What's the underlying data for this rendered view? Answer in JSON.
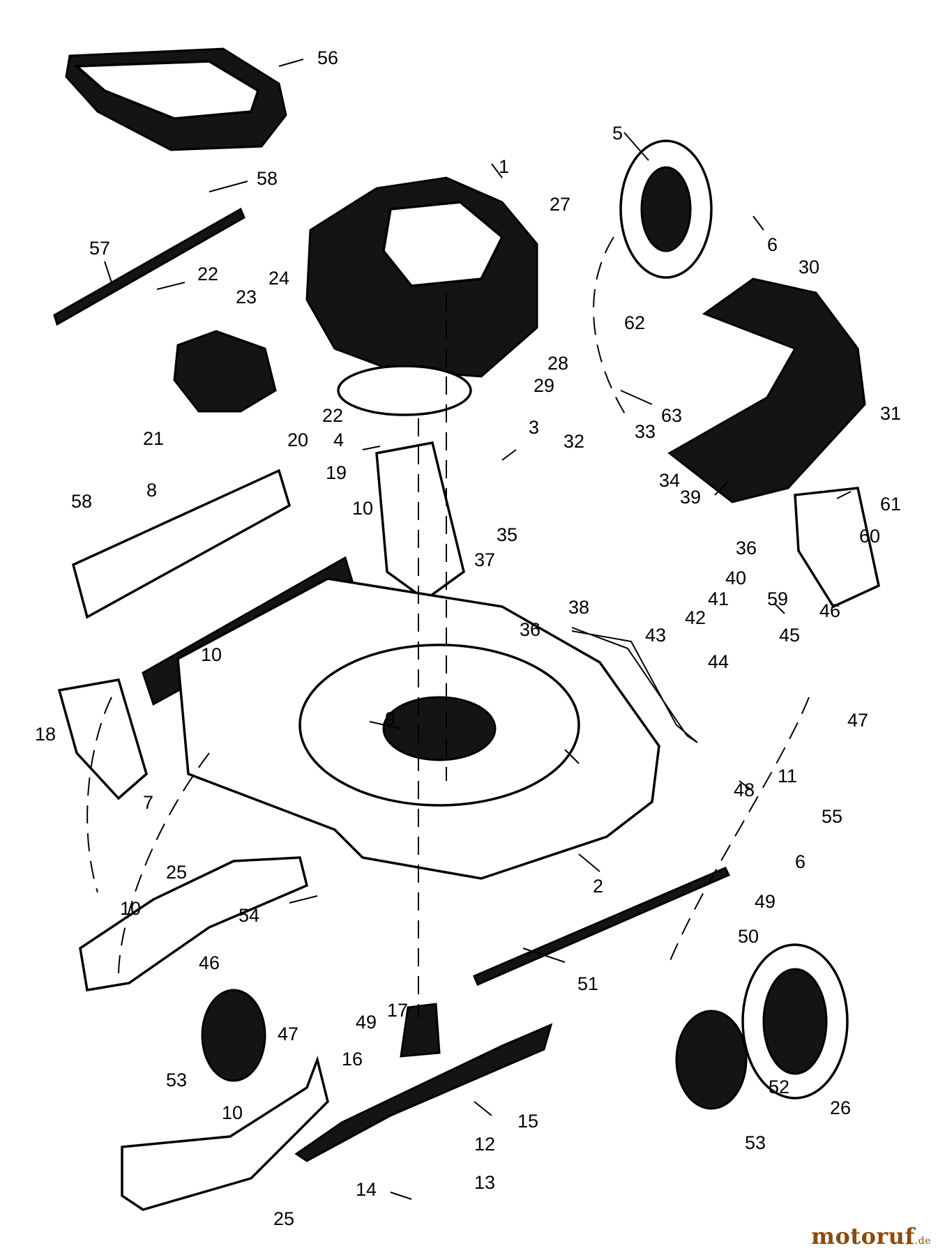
{
  "watermark": {
    "brand": "motoruf",
    "tld": ".de"
  },
  "callouts": [
    "56",
    "58",
    "57",
    "22",
    "23",
    "24",
    "21",
    "22",
    "1",
    "27",
    "28",
    "29",
    "5",
    "6",
    "30",
    "62",
    "63",
    "31",
    "3",
    "4",
    "20",
    "19",
    "8",
    "58",
    "10",
    "32",
    "33",
    "34",
    "39",
    "36",
    "61",
    "60",
    "59",
    "35",
    "37",
    "38",
    "36",
    "40",
    "41",
    "42",
    "43",
    "46",
    "45",
    "47",
    "44",
    "10",
    "9",
    "18",
    "7",
    "48",
    "11",
    "25",
    "2",
    "49",
    "55",
    "6",
    "10",
    "54",
    "46",
    "47",
    "49",
    "17",
    "50",
    "51",
    "53",
    "16",
    "15",
    "52",
    "26",
    "53",
    "10",
    "12",
    "13",
    "14",
    "25"
  ],
  "colors": {
    "ink": "#000000",
    "paper": "#ffffff",
    "watermark": "#8a4a0f"
  }
}
